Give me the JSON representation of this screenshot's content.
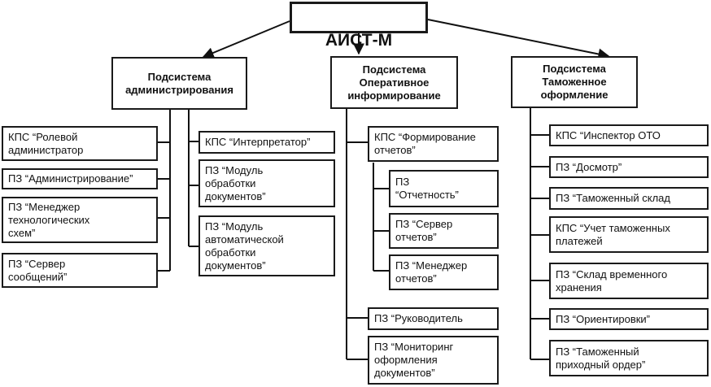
{
  "root": {
    "label": "АИСТ-М"
  },
  "subsystems": [
    {
      "label": "Подсистема\nадминистрирования"
    },
    {
      "label": "Подсистема\nОперативное\nинформирование"
    },
    {
      "label": "Подсистема\nТаможенное\nоформление"
    }
  ],
  "admin": {
    "left": [
      {
        "label": "КПС “Ролевой\nадминистратор"
      },
      {
        "label": "ПЗ “Администрирование”"
      },
      {
        "label": "ПЗ “Менеджер\nтехнологических\nсхем”"
      },
      {
        "label": "ПЗ “Сервер\nсообщений”"
      }
    ],
    "right": [
      {
        "label": "КПС “Интерпретатор”"
      },
      {
        "label": "ПЗ “Модуль\nобработки\nдокументов”"
      },
      {
        "label": "ПЗ “Модуль\nавтоматической\nобработки\nдокументов”"
      }
    ]
  },
  "info": {
    "group": {
      "label": "КПС “Формирование\nотчетов”"
    },
    "group_children": [
      {
        "label": "ПЗ\n“Отчетность”"
      },
      {
        "label": "ПЗ “Сервер\nотчетов”"
      },
      {
        "label": "ПЗ “Менеджер\nотчетов”"
      }
    ],
    "others": [
      {
        "label": "ПЗ “Руководитель"
      },
      {
        "label": "ПЗ “Мониторинг\nоформления\nдокументов”"
      }
    ]
  },
  "customs": {
    "items": [
      {
        "label": "КПС “Инспектор ОТО"
      },
      {
        "label": "ПЗ “Досмотр”"
      },
      {
        "label": "ПЗ “Таможенный склад"
      },
      {
        "label": "КПС “Учет таможенных\nплатежей"
      },
      {
        "label": "ПЗ “Склад временного\nхранения"
      },
      {
        "label": "ПЗ “Ориентировки”"
      },
      {
        "label": "ПЗ “Таможенный\nприходный ордер”"
      }
    ]
  }
}
